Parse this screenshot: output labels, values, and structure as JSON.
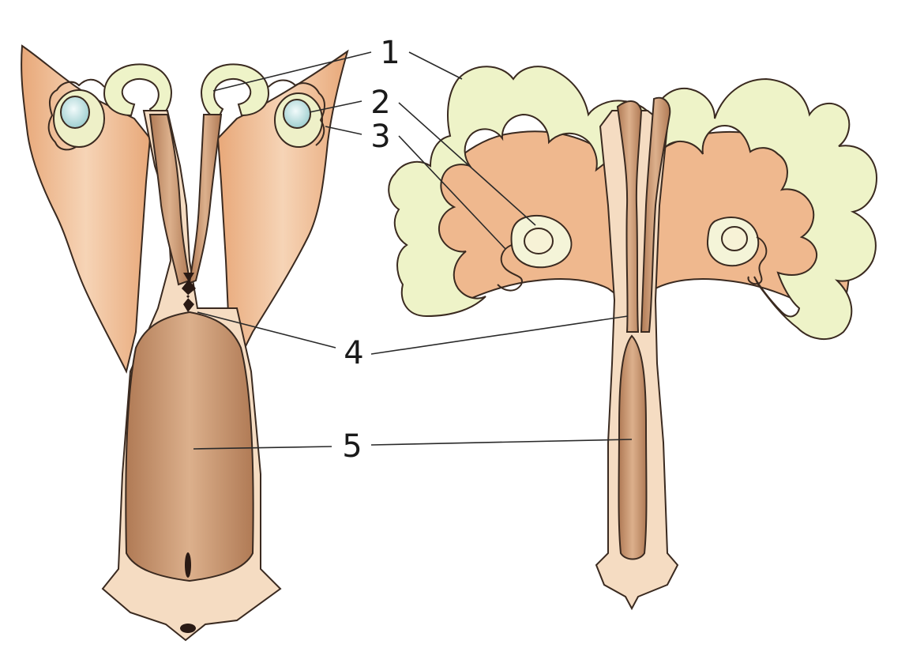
{
  "labels": [
    {
      "id": "1",
      "text": "1"
    },
    {
      "id": "2",
      "text": "2"
    },
    {
      "id": "3",
      "text": "3"
    },
    {
      "id": "4",
      "text": "4"
    },
    {
      "id": "5",
      "text": "5"
    }
  ],
  "colors": {
    "ligament": "#f0c8a4",
    "ligament_dark": "#d99a6c",
    "horn_wall": "#eef3c8",
    "lumen": "#c99672",
    "lumen_dark": "#a86e4a",
    "ovary": "#f4f4d8",
    "follicle": "#bfe0e0",
    "outline": "#3a2a20"
  }
}
